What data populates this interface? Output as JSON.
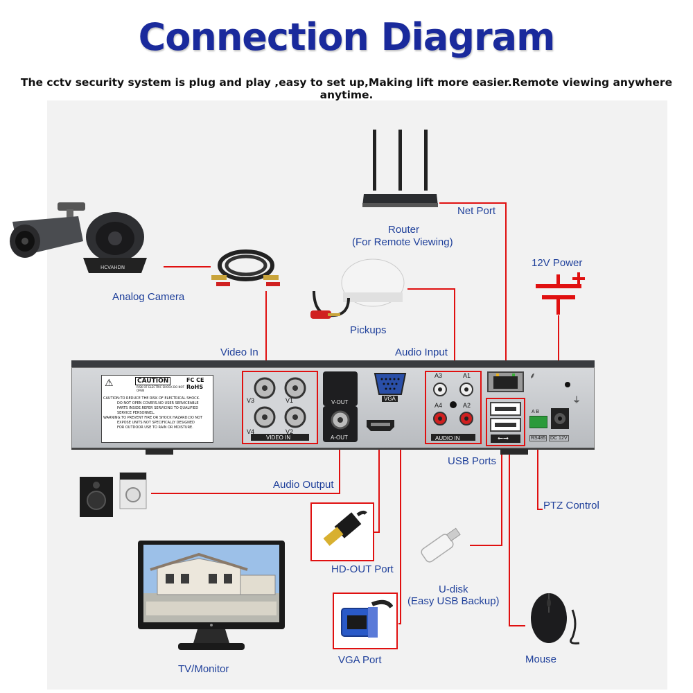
{
  "title": "Connection Diagram",
  "subtitle": "The cctv security system is plug and play ,easy to set up,Making lift more easier.Remote viewing anywhere anytime.",
  "labels": {
    "net_port": "Net Port",
    "router": "Router",
    "router_sub": "(For Remote Viewing)",
    "power": "12V Power",
    "analog_camera": "Analog Camera",
    "pickups": "Pickups",
    "video_in": "Video In",
    "audio_input": "Audio Input",
    "usb_ports": "USB Ports",
    "audio_output": "Audio Output",
    "ptz_control": "PTZ Control",
    "hd_out_port": "HD-OUT Port",
    "u_disk": "U-disk",
    "u_disk_sub": "(Easy USB Backup)",
    "tv_monitor": "TV/Monitor",
    "vga_port": "VGA Port",
    "mouse": "Mouse"
  },
  "dvr": {
    "caution_title": "CAUTION",
    "caution_sub": "RISK OF ELECTRIC SHOCK DO NOT OPEN",
    "caution_text_1": "CAUTION:TO REDUCE THE RISK OF ELECTRICAL SHOCK.",
    "caution_text_2": "DO NOT OPEN COVERS.NO USER SERVICEABLE",
    "caution_text_3": "PARTS INSIDE.REFER SERVICING TO QUALIFIED",
    "caution_text_4": "SERVICE PERSONNEL.",
    "warning_text_1": "WARNING:TO PREVENT FIRE OR SHOCK HAZARD.DO NOT",
    "warning_text_2": "EXPOSE UNITS NOT SPECIFICALLY DESIGNED",
    "warning_text_3": "FOR OUTDOOR USE TO RAIN OR MOISTURE.",
    "fc_mark": "FC CE",
    "rohs": "RoHS",
    "video_in_panel": "VIDEO IN",
    "v1": "V1",
    "v2": "V2",
    "v3": "V3",
    "v4": "V4",
    "v_out": "V-OUT",
    "a_out": "A-OUT",
    "vga": "VGA",
    "audio_in_panel": "AUDIO IN",
    "a1": "A1",
    "a2": "A2",
    "a3": "A3",
    "a4": "A4",
    "rs485": "RS485",
    "dc12v": "DC 12V",
    "ab": "A  B",
    "camera_brand": "HCVAHDN"
  },
  "colors": {
    "title": "#1a2a9c",
    "label": "#1e3f9a",
    "wire": "#e01010",
    "dvr_body": "#c9ccd0",
    "dvr_top": "#3a3c40"
  },
  "icons": [
    "bullet-camera-icon",
    "dome-camera-icon",
    "bnc-cable-icon",
    "router-icon",
    "microphone-pickup-icon",
    "power-symbol-icon",
    "speaker-icon",
    "monitor-icon",
    "hdmi-cable-icon",
    "vga-cable-icon",
    "usb-disk-icon",
    "mouse-icon"
  ]
}
